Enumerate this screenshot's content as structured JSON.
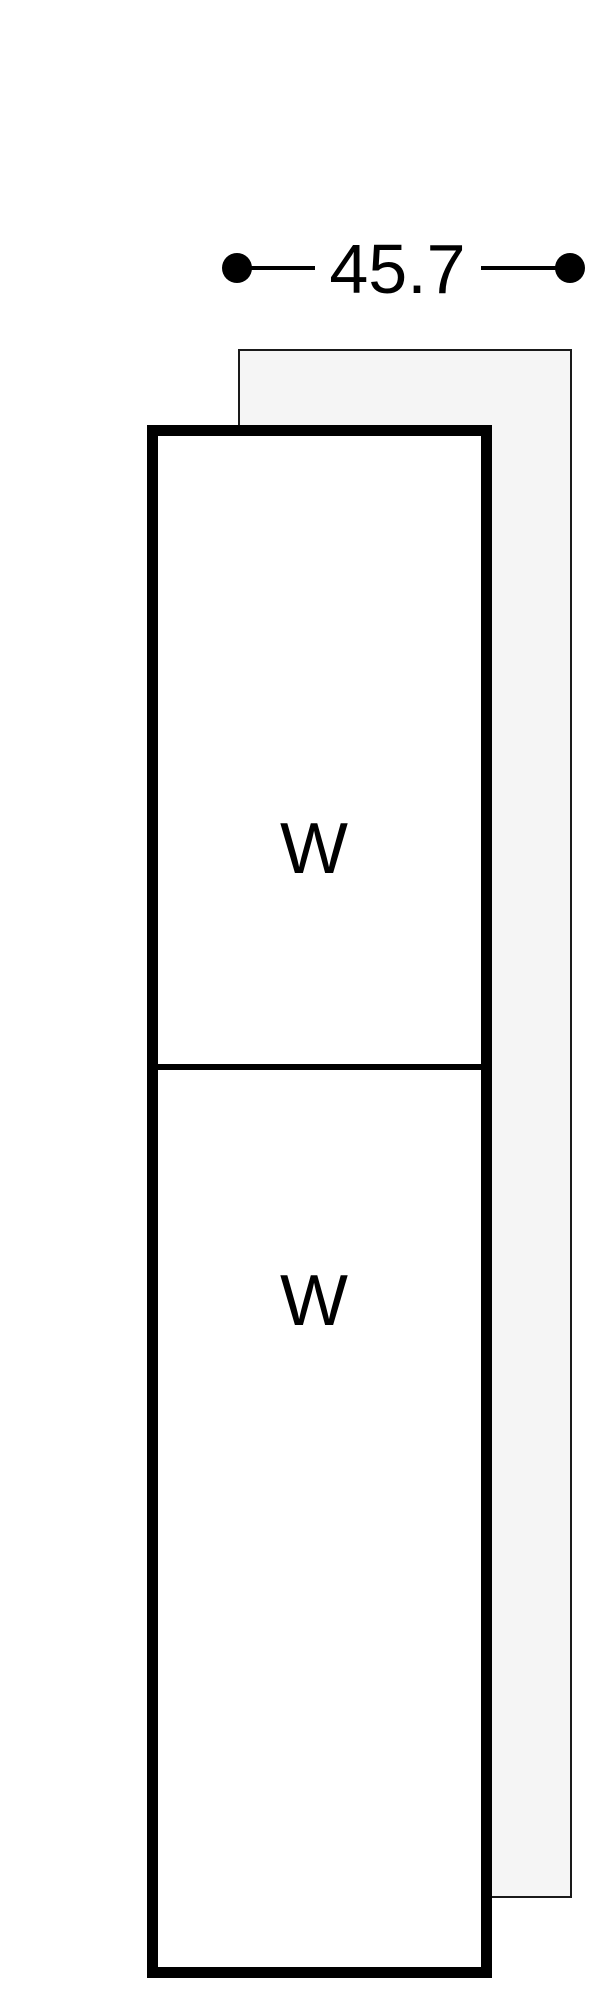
{
  "diagram": {
    "description": "Technical installation side-view diagram: two stacked appliance compartments inside a niche with a width dimension",
    "dimension": {
      "label": "45.7"
    },
    "compartments": [
      {
        "label": "W"
      },
      {
        "label": "W"
      }
    ],
    "colors": {
      "line_black": "#000000",
      "niche_fill": "#f5f5f5",
      "niche_border": "#1a1a1a",
      "appliance_fill": "#ffffff"
    }
  }
}
